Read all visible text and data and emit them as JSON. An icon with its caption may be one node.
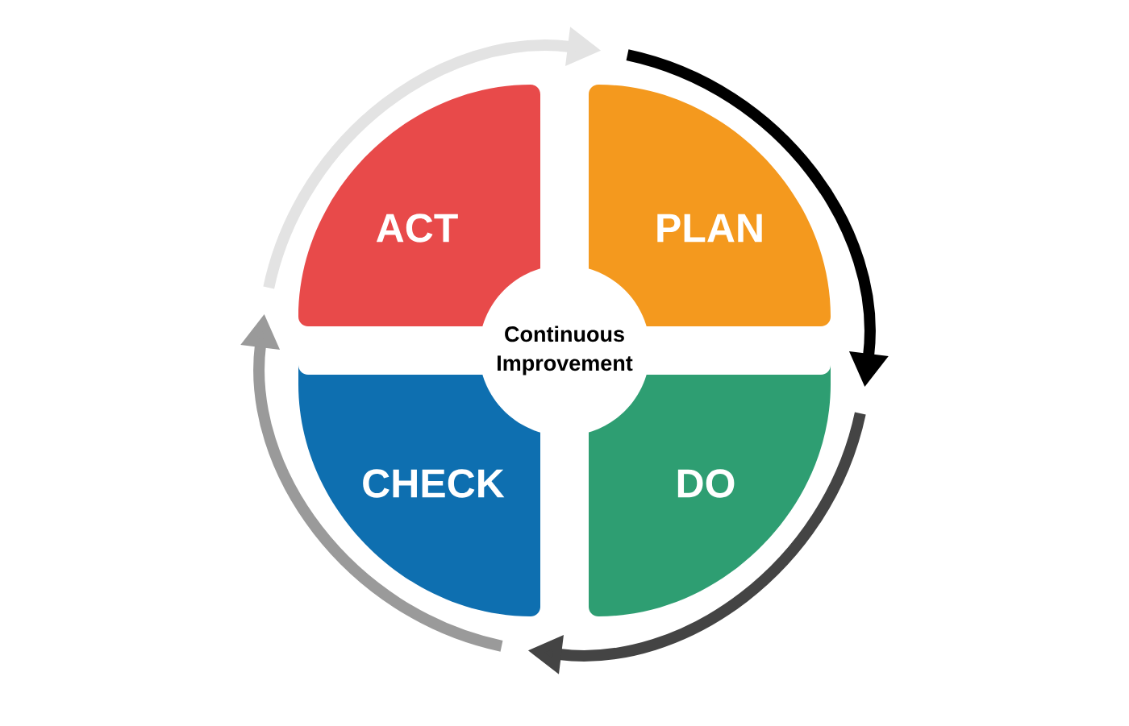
{
  "diagram": {
    "nodes": [
      {
        "text": [
          "ACT"
        ]
      },
      {
        "text": [
          "PLAN"
        ]
      },
      {
        "text": [
          "Continuous Improvement"
        ]
      },
      {
        "text": [
          "CHECK"
        ]
      },
      {
        "text": [
          "DO"
        ]
      }
    ],
    "edges": [
      {
        "from": 1,
        "to": 4,
        "arrow": "to",
        "color": "#000000"
      },
      {
        "from": 4,
        "to": 3,
        "arrow": "to",
        "color": "#444444"
      },
      {
        "from": 3,
        "to": 0,
        "arrow": "to",
        "color": "#9a9a9a"
      },
      {
        "from": 0,
        "to": 1,
        "arrow": "to",
        "color": "#e3e3e3"
      }
    ]
  }
}
